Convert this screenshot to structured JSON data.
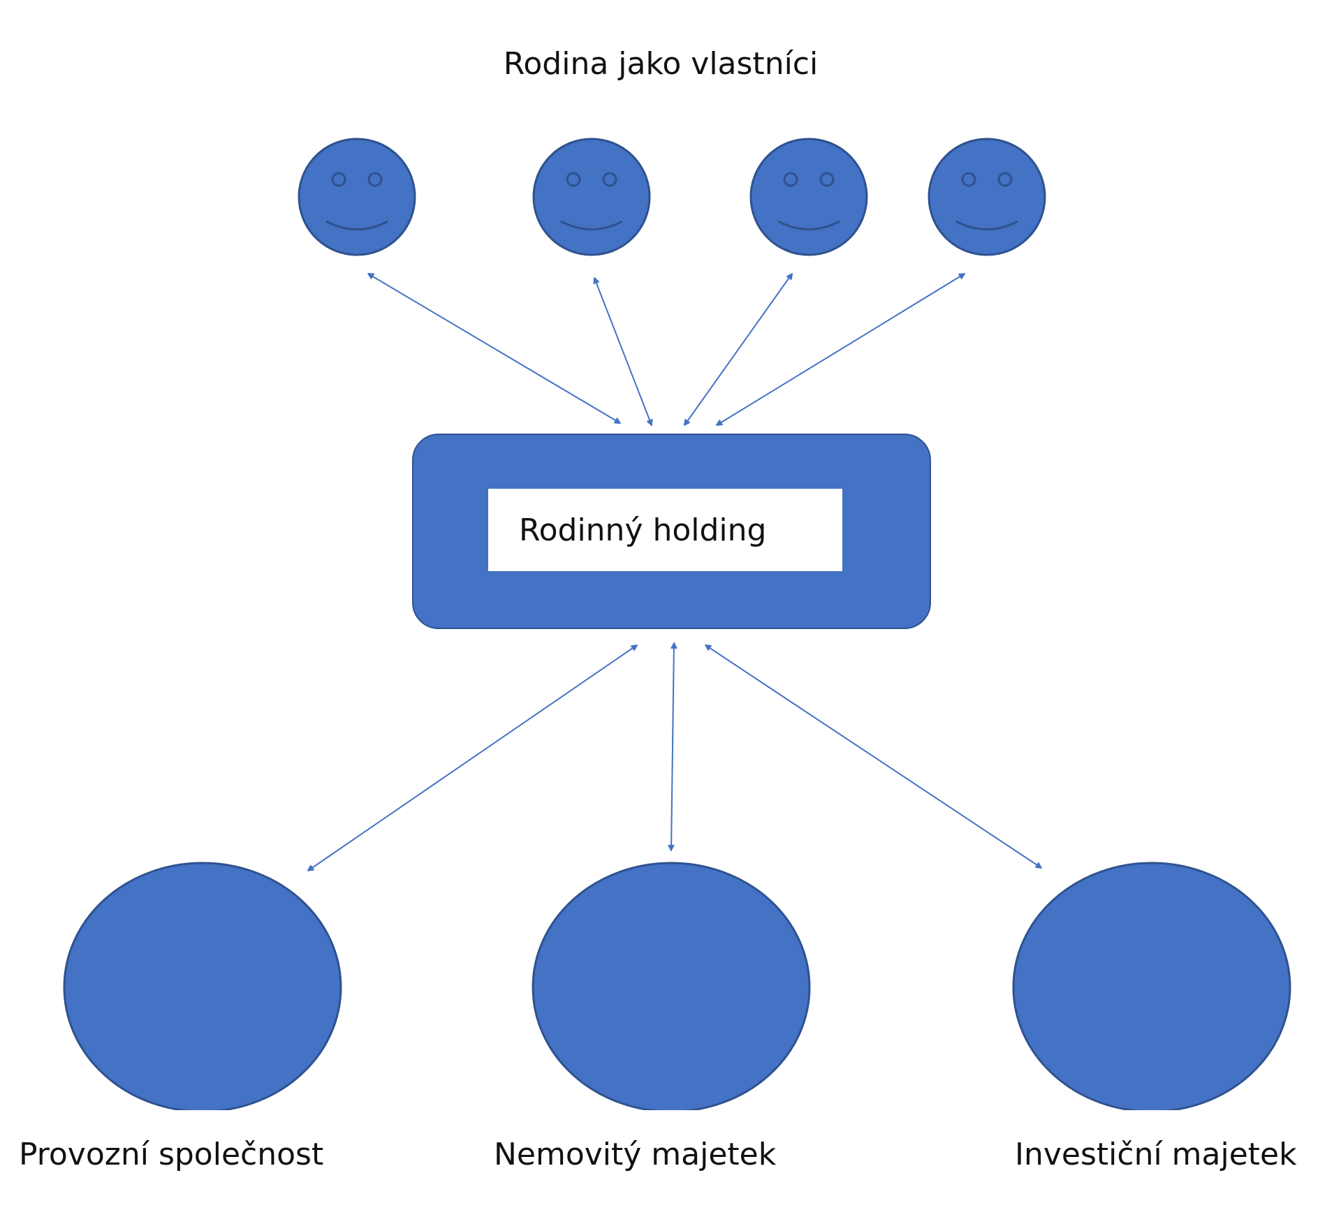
{
  "title": "Rodina jako vlastníci",
  "holding_label": "Rodinný holding",
  "owners": [
    {
      "icon": "smiley-face-icon"
    },
    {
      "icon": "smiley-face-icon"
    },
    {
      "icon": "smiley-face-icon"
    },
    {
      "icon": "smiley-face-icon"
    }
  ],
  "assets": [
    {
      "label": "Provozní společnost"
    },
    {
      "label": "Nemovitý majetek"
    },
    {
      "label": "Investiční majetek"
    }
  ],
  "colors": {
    "fill": "#4472C4",
    "stroke": "#2F528F",
    "arrow": "#4472C4"
  }
}
